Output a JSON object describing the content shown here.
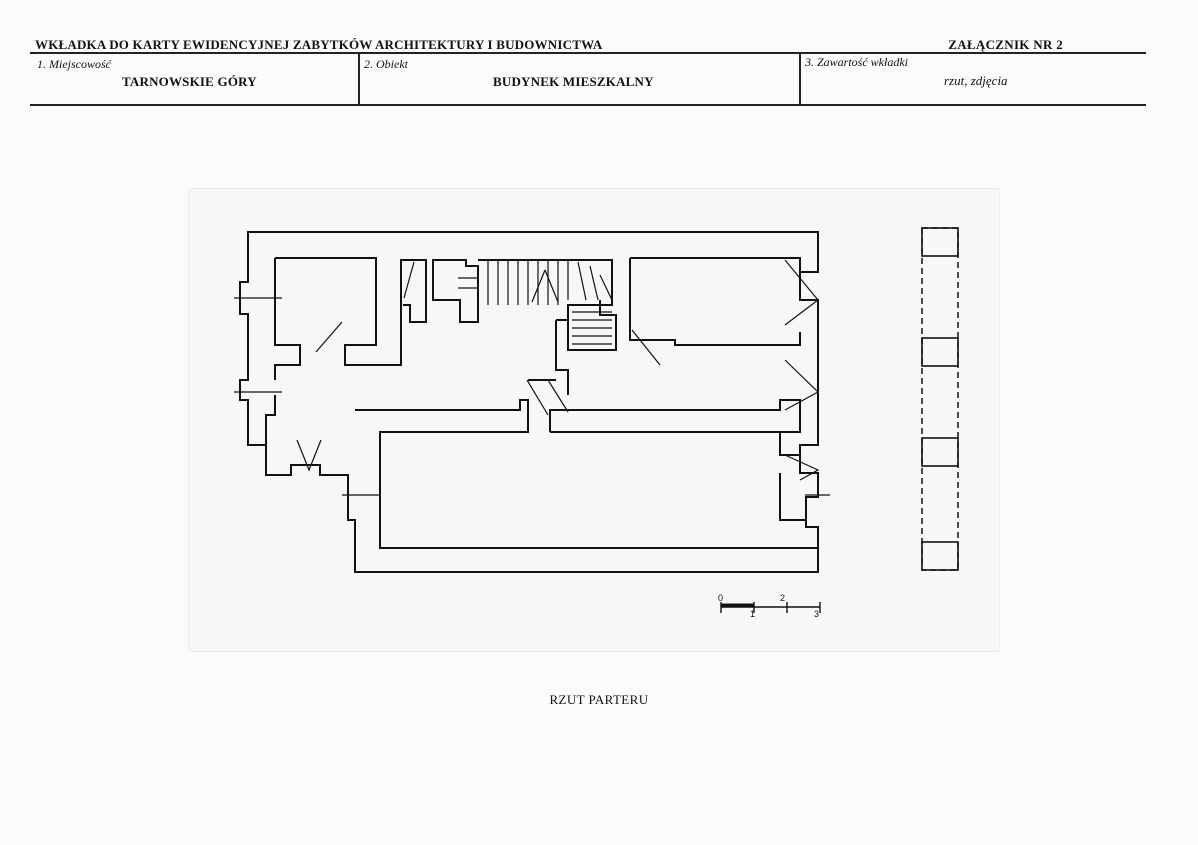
{
  "header": {
    "title": "WKŁADKA DO KARTY EWIDENCYJNEJ ZABYTKÓW ARCHITEKTURY I BUDOWNICTWA",
    "attachment": "ZAŁĄCZNIK  NR 2"
  },
  "fields": [
    {
      "label": "1.  Miejscowość",
      "value": "TARNOWSKIE GÓRY"
    },
    {
      "label": "2.  Obiekt",
      "value": "BUDYNEK MIESZKALNY"
    },
    {
      "label": "3.  Zawartość wkładki",
      "value": "rzut, zdjęcia"
    }
  ],
  "plan": {
    "scale_labels": [
      "0",
      "2",
      "1",
      "3"
    ]
  },
  "caption": "RZUT PARTERU"
}
